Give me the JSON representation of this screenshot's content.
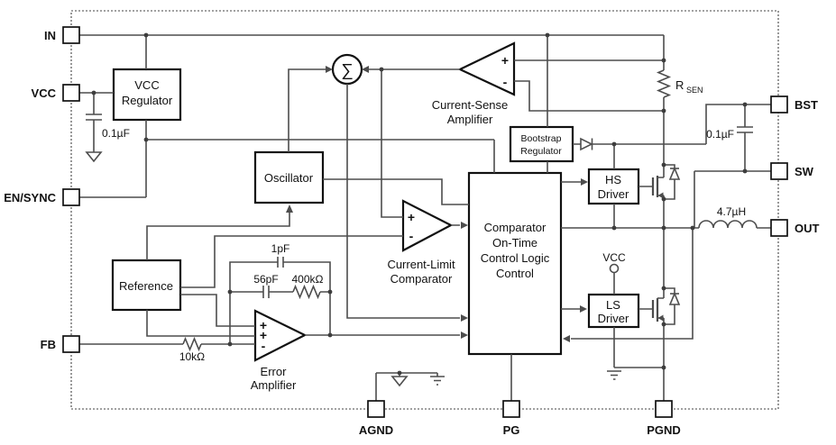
{
  "pins": {
    "in": "IN",
    "vcc": "VCC",
    "en_sync": "EN/SYNC",
    "fb": "FB",
    "bst": "BST",
    "sw": "SW",
    "out": "OUT",
    "agnd": "AGND",
    "pg": "PG",
    "pgnd": "PGND"
  },
  "blocks": {
    "vcc_regulator": [
      "VCC",
      "Regulator"
    ],
    "oscillator": [
      "Oscillator"
    ],
    "reference": [
      "Reference"
    ],
    "bootstrap_regulator": [
      "Bootstrap",
      "Regulator"
    ],
    "control_logic": [
      "Comparator",
      "On-Time",
      "Control Logic",
      "Control"
    ],
    "hs_driver": [
      "HS",
      "Driver"
    ],
    "ls_driver": [
      "LS",
      "Driver"
    ]
  },
  "amplifiers": {
    "current_sense": [
      "Current-Sense",
      "Amplifier"
    ],
    "current_limit": [
      "Current-Limit",
      "Comparator"
    ],
    "error": [
      "Error",
      "Amplifier"
    ],
    "plus": "+",
    "minus": "-",
    "sigma": "∑"
  },
  "components": {
    "vcc_cap": "0.1µF",
    "bst_cap": "0.1µF",
    "fb_resistor": "10kΩ",
    "comp_cap1": "1pF",
    "comp_cap2": "56pF",
    "comp_resistor": "400kΩ",
    "inductor": "4.7µH",
    "sense_resistor": "R",
    "sense_resistor_sub": "SEN",
    "vcc_rail": "VCC"
  },
  "colors": {
    "wire": "#4d4d4d",
    "ink": "#111111",
    "background": "#ffffff"
  }
}
